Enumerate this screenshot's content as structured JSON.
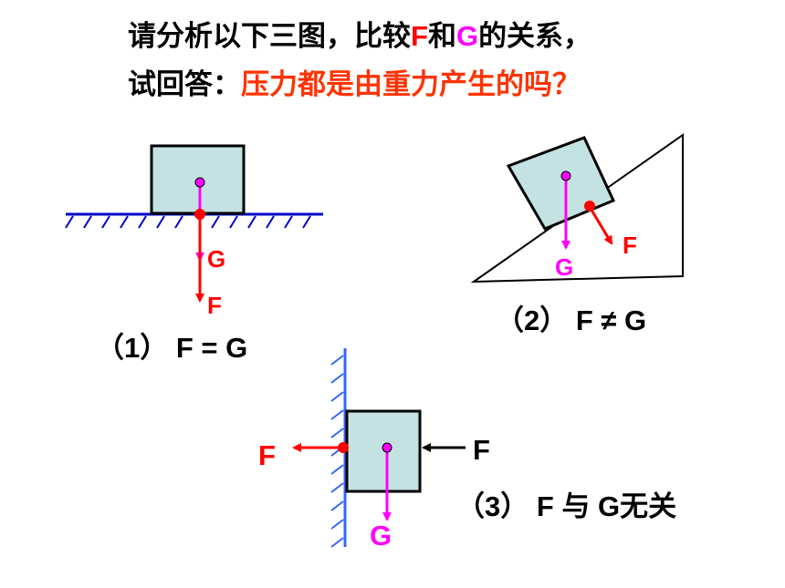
{
  "question": {
    "line1_a": "请分析以下三图，比较",
    "line1_f": "F",
    "line1_mid": "和",
    "line1_g": "G",
    "line1_b": "的关系，",
    "line2_a": "试回答：",
    "line2_q": "压力都是由重力产生的吗？"
  },
  "figure1": {
    "g_label": "G",
    "f_label": "F",
    "caption": "（1） F = G"
  },
  "figure2": {
    "g_label": "G",
    "f_label": "F",
    "caption": "（2） F ≠ G"
  },
  "figure3": {
    "f_left_label": "F",
    "f_right_label": "F",
    "g_label": "G",
    "caption": "（3） F 与 G无关"
  },
  "colors": {
    "block_fill": "#c4e2e2",
    "pressure_red": "#ff0000",
    "gravity_magenta": "#ff00ff",
    "surface_blue": "#0000cc",
    "wall_blue": "#3366ff"
  }
}
